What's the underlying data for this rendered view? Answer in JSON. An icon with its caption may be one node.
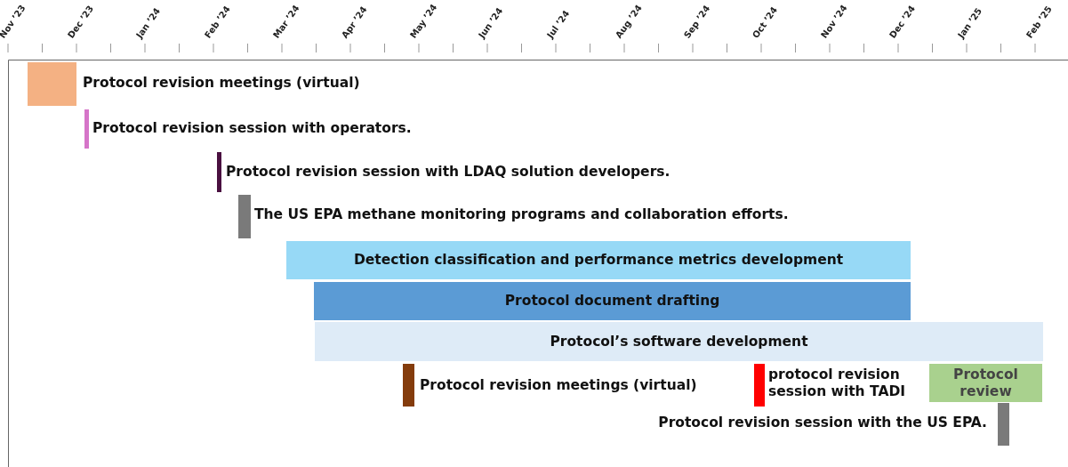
{
  "diagram": {
    "nodes": [
      {
        "text": [],
        "shape": "bar",
        "beside": [
          "Protocol revision meetings (virtual)"
        ]
      },
      {
        "text": [],
        "shape": "bar",
        "beside": [
          "Protocol revision session with operators."
        ]
      },
      {
        "text": [],
        "shape": "bar",
        "beside": [
          "Protocol revision session with LDAQ solution developers."
        ]
      },
      {
        "text": [],
        "shape": "bar",
        "beside": [
          "The US EPA methane monitoring programs and collaboration efforts."
        ]
      },
      {
        "text": [
          "Detection classification and performance metrics development"
        ]
      },
      {
        "text": [
          "Protocol document drafting"
        ]
      },
      {
        "text": [
          "Protocol’s software development"
        ]
      },
      {
        "text": [],
        "shape": "bar",
        "beside": [
          "Protocol revision meetings (virtual)"
        ]
      },
      {
        "text": [],
        "shape": "bar",
        "beside": [
          "protocol revision session with TADI"
        ]
      },
      {
        "text": [
          "Protocol review"
        ]
      },
      {
        "text": [],
        "shape": "bar",
        "beside": [
          "Protocol revision session with the US EPA."
        ]
      }
    ],
    "edges": [],
    "labels": [
      "Nov ’23",
      "Dec ’23",
      "Jan ’24",
      "Feb ’24",
      "Mar ’24",
      "Apr ’24",
      "May ’24",
      "Jun ’24",
      "Jul ’24",
      "Aug ’24",
      "Sep ’24",
      "Oct ’24",
      "Nov ’24",
      "Dec ’24",
      "Jan ’25",
      "Feb ’25"
    ]
  }
}
